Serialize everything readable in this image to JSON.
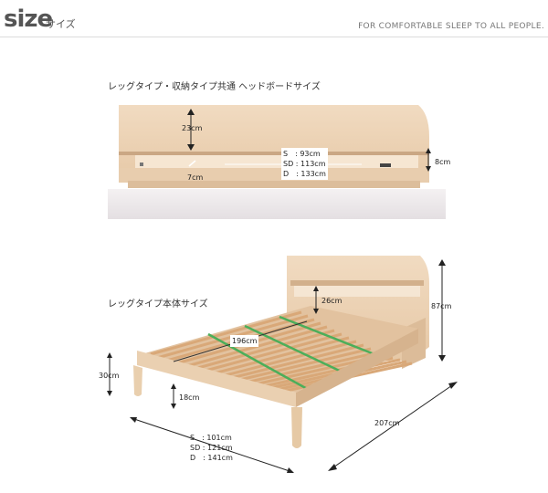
{
  "header": {
    "title": "size",
    "subtitle": "サイズ",
    "tagline": "FOR COMFORTABLE SLEEP TO ALL PEOPLE."
  },
  "headboard_section": {
    "label": "レッグタイプ・収納タイプ共通  ヘッドボードサイズ",
    "height": "23cm",
    "depth": "7cm",
    "shelf_height": "8cm",
    "widths": [
      "S　: 93cm",
      "SD : 113cm",
      "D　: 133cm"
    ]
  },
  "bed_section": {
    "label": "レッグタイプ本体サイズ",
    "headboard_upper": "26cm",
    "total_height": "87cm",
    "inner_length": "196cm",
    "side_height": "30cm",
    "leg_clearance": "18cm",
    "total_length": "207cm",
    "widths": [
      "S　: 101cm",
      "SD : 121cm",
      "D　: 141cm"
    ]
  },
  "colors": {
    "wood": "#ecd2b4",
    "wood_dark": "#d9b994",
    "slat": "#e7c39a",
    "slat_support": "#4cae5a",
    "mattress": "#ece8ea"
  }
}
